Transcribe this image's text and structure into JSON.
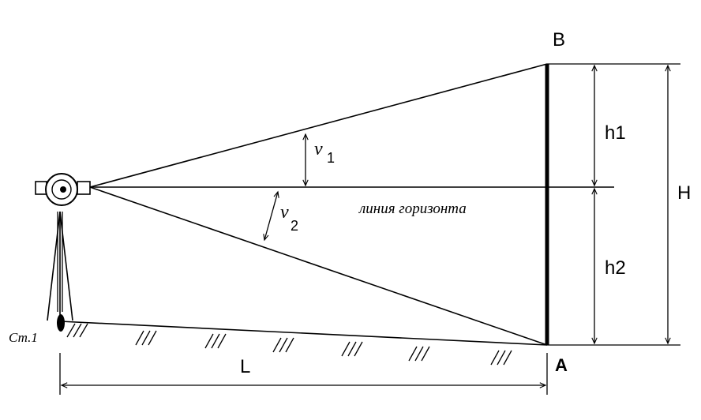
{
  "diagram": {
    "point_top": "B",
    "point_bottom": "A",
    "label_h1": "h1",
    "label_h2": "h2",
    "label_H": "H",
    "label_L": "L",
    "horizon_label": "линия горизонта",
    "angle1_symbol": "ν",
    "angle1_sub": "1",
    "angle2_symbol": "ν",
    "angle2_sub": "2",
    "station_label": "Ст.1"
  }
}
